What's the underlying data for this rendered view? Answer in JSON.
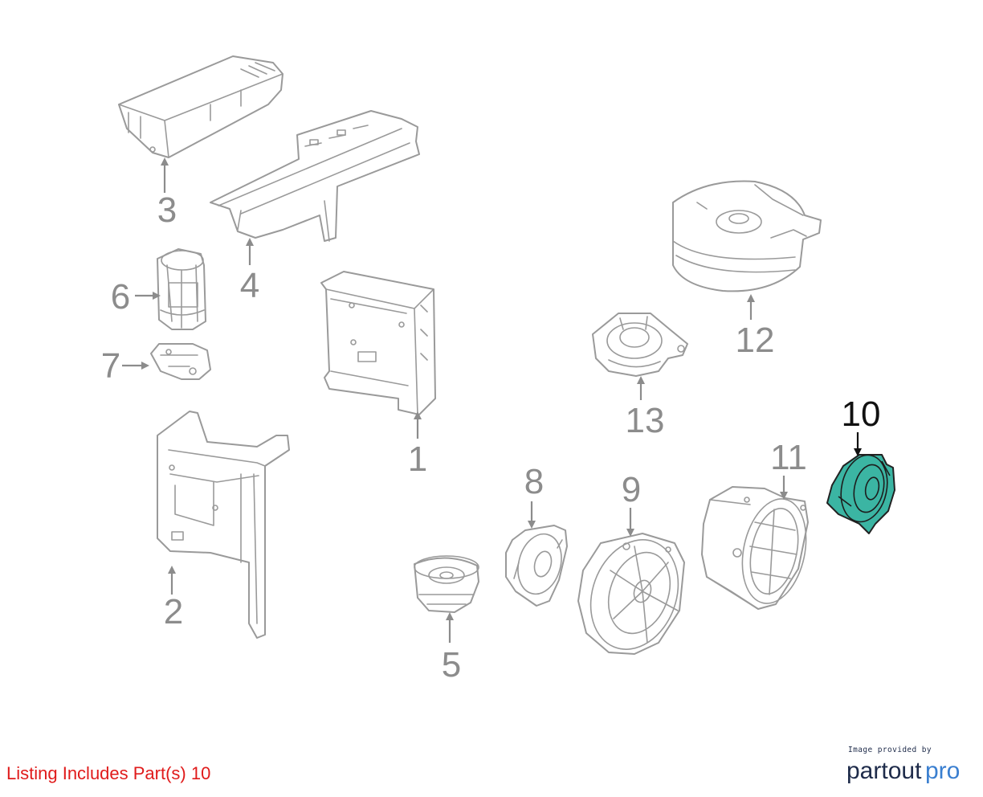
{
  "diagram": {
    "parts": [
      {
        "id": "1",
        "label": "1",
        "highlighted": false
      },
      {
        "id": "2",
        "label": "2",
        "highlighted": false
      },
      {
        "id": "3",
        "label": "3",
        "highlighted": false
      },
      {
        "id": "4",
        "label": "4",
        "highlighted": false
      },
      {
        "id": "5",
        "label": "5",
        "highlighted": false
      },
      {
        "id": "6",
        "label": "6",
        "highlighted": false
      },
      {
        "id": "7",
        "label": "7",
        "highlighted": false
      },
      {
        "id": "8",
        "label": "8",
        "highlighted": false
      },
      {
        "id": "9",
        "label": "9",
        "highlighted": false
      },
      {
        "id": "10",
        "label": "10",
        "highlighted": true
      },
      {
        "id": "11",
        "label": "11",
        "highlighted": false
      },
      {
        "id": "12",
        "label": "12",
        "highlighted": false
      },
      {
        "id": "13",
        "label": "13",
        "highlighted": false
      }
    ],
    "highlight_color": "#3bb5a3",
    "line_color": "#9a9a9a"
  },
  "footer": {
    "listing_text": "Listing Includes Part(s)  10",
    "listing_color": "#e01b1b",
    "credit_small": "Image provided by",
    "credit_brand_part1": "partout",
    "credit_brand_part2": "pro",
    "brand_color_dark": "#1e2b4a",
    "brand_color_accent": "#3a7fd0"
  }
}
